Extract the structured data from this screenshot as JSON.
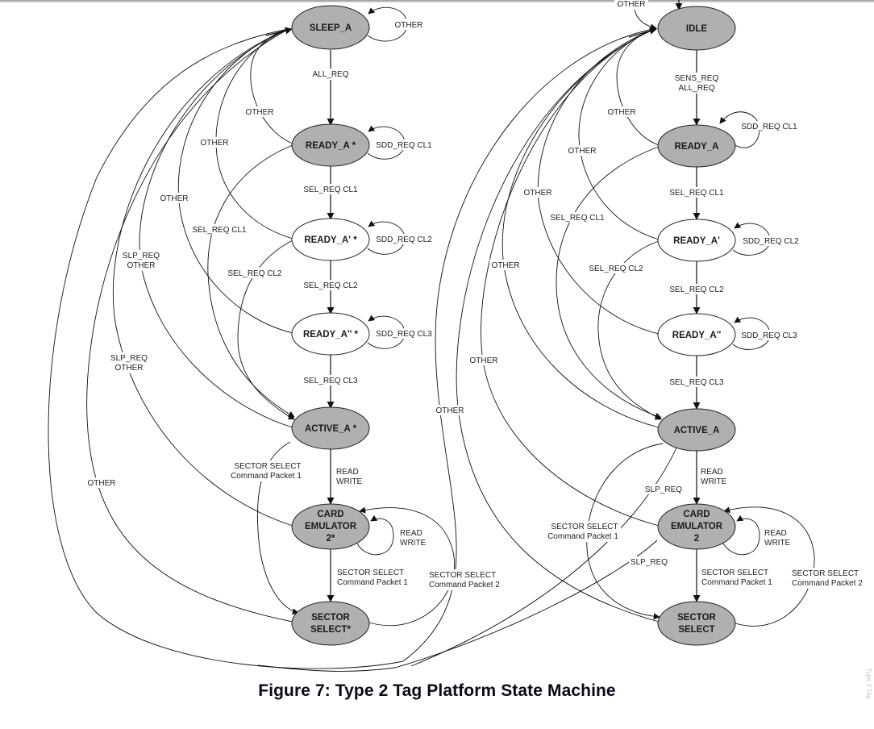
{
  "caption": "Figure 7: Type 2 Tag Platform State Machine",
  "side_mark": "Type 2 Tag",
  "left_machine": {
    "states": {
      "sleep": "SLEEP_A",
      "ready": "READY_A *",
      "ready1": "READY_A' *",
      "ready2": "READY_A'' *",
      "active": "ACTIVE_A *",
      "card_line1": "CARD",
      "card_line2": "EMULATOR",
      "card_line3": "2*",
      "sector_line1": "SECTOR",
      "sector_line2": "SELECT*"
    },
    "transitions": {
      "sleep_self": "OTHER",
      "sleep_to_ready": "ALL_REQ",
      "ready_self": "SDD_REQ CL1",
      "ready_to_ready1": "SEL_REQ CL1",
      "ready1_self": "SDD_REQ CL2",
      "ready1_to_ready2": "SEL_REQ CL2",
      "ready2_self": "SDD_REQ CL3",
      "ready2_to_active": "SEL_REQ CL3",
      "ready_other": "OTHER",
      "ready1_other": "OTHER",
      "ready2_other": "OTHER",
      "ready_to_active_cl1": "SEL_REQ CL1",
      "ready1_to_active_cl2": "SEL_REQ CL2",
      "active_sleep_line1": "SLP_REQ",
      "active_sleep_line2": "OTHER",
      "card_sleep_line1": "SLP_REQ",
      "card_sleep_line2": "OTHER",
      "sector_other": "OTHER",
      "active_to_card_line1": "READ",
      "active_to_card_line2": "WRITE",
      "active_to_sector_line1": "SECTOR SELECT",
      "active_to_sector_line2": "Command Packet 1",
      "card_self_line1": "READ",
      "card_self_line2": "WRITE",
      "card_to_sector_line1": "SECTOR SELECT",
      "card_to_sector_line2": "Command Packet 1",
      "sector_to_card_line1": "SECTOR SELECT",
      "sector_to_card_line2": "Command Packet 2"
    }
  },
  "right_machine": {
    "states": {
      "idle": "IDLE",
      "ready": "READY_A",
      "ready1": "READY_A'",
      "ready2": "READY_A''",
      "active": "ACTIVE_A",
      "card_line1": "CARD",
      "card_line2": "EMULATOR",
      "card_line3": "2",
      "sector_line1": "SECTOR",
      "sector_line2": "SELECT"
    },
    "transitions": {
      "idle_in_other": "OTHER",
      "idle_to_ready_line1": "SENS_REQ",
      "idle_to_ready_line2": "ALL_REQ",
      "ready_self": "SDD_REQ CL1",
      "ready_to_ready1": "SEL_REQ CL1",
      "ready1_self": "SDD_REQ CL2",
      "ready1_to_ready2": "SEL_REQ CL2",
      "ready2_self": "SDD_REQ CL3",
      "ready2_to_active": "SEL_REQ CL3",
      "ready_other": "OTHER",
      "ready1_other": "OTHER",
      "ready2_other": "OTHER",
      "active_other": "OTHER",
      "card_other": "OTHER",
      "sector_other": "OTHER",
      "ready_to_active_cl1": "SEL_REQ CL1",
      "ready1_to_active_cl2": "SEL_REQ CL2",
      "active_to_card_line1": "READ",
      "active_to_card_line2": "WRITE",
      "active_slp": "SLP_REQ",
      "card_slp": "SLP_REQ",
      "active_to_sector_line1": "SECTOR SELECT",
      "active_to_sector_line2": "Command Packet 1",
      "card_self_line1": "READ",
      "card_self_line2": "WRITE",
      "card_to_sector_line1": "SECTOR SELECT",
      "card_to_sector_line2": "Command Packet 1",
      "sector_to_card_line1": "SECTOR SELECT",
      "sector_to_card_line2": "Command Packet 2"
    }
  }
}
